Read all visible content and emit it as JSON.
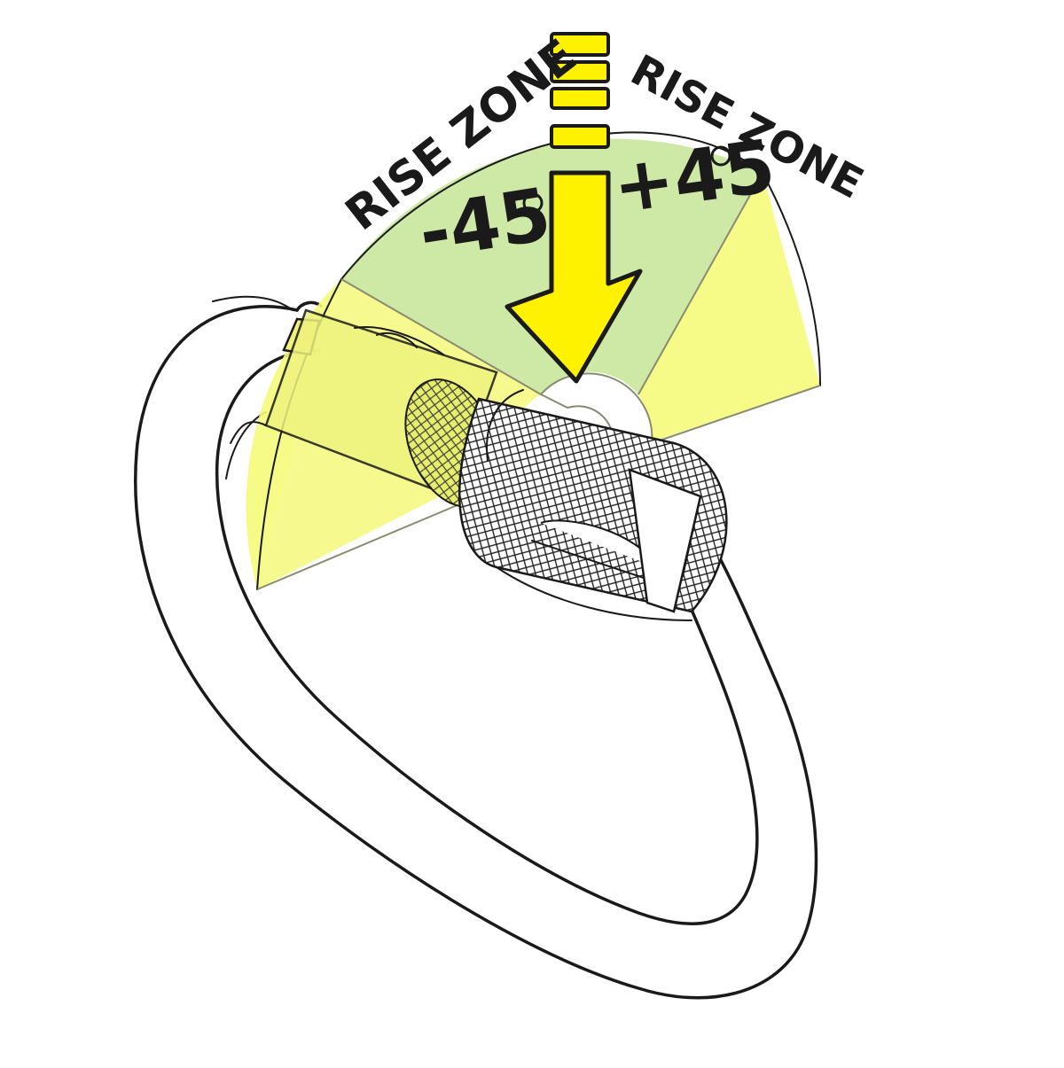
{
  "diagram": {
    "zone_left_label": "RISE ZONE",
    "zone_right_label": "RISE ZONE",
    "angle_left": "-45",
    "angle_right": "+45",
    "degree_symbol": "°",
    "colors": {
      "rise_zone": "#c9e59b",
      "side_zone": "#f5f97a",
      "arrow_fill": "#fff200",
      "outline": "#1a1a1a"
    },
    "icons": [
      "carabiner-icon",
      "down-arrow-icon",
      "load-bars-icon"
    ]
  }
}
